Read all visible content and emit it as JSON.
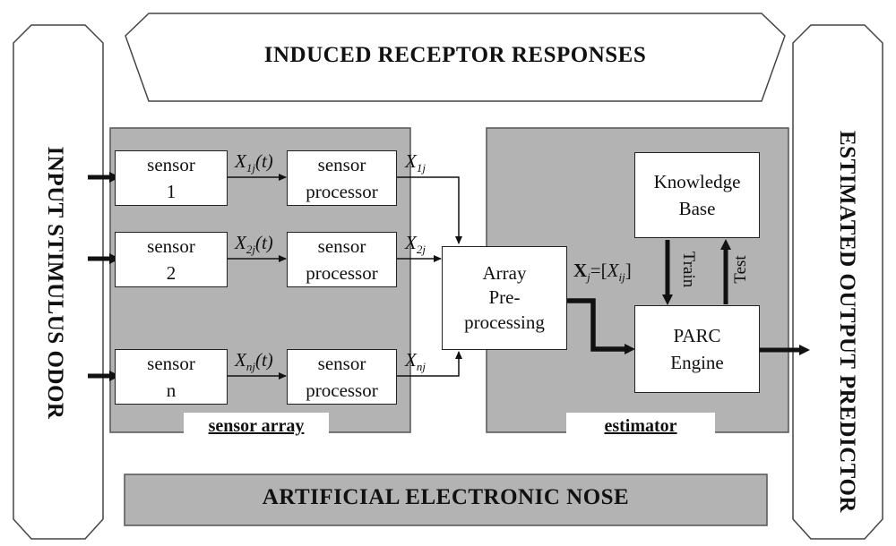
{
  "top_banner": "INDUCED RECEPTOR RESPONSES",
  "left_banner": "INPUT STIMULUS ODOR",
  "right_banner": "ESTIMATED OUTPUT PREDICTOR",
  "bottom_banner": "ARTIFICIAL ELECTRONIC NOSE",
  "sensor_array": {
    "title": "sensor array",
    "sensors": [
      {
        "line1": "sensor",
        "line2": "1",
        "signal_main": "X",
        "signal_sub": "1j",
        "signal_arg": "(t)",
        "out_main": "X",
        "out_sub": "1j"
      },
      {
        "line1": "sensor",
        "line2": "2",
        "signal_main": "X",
        "signal_sub": "2j",
        "signal_arg": "(t)",
        "out_main": "X",
        "out_sub": "2j"
      },
      {
        "line1": "sensor",
        "line2": "n",
        "signal_main": "X",
        "signal_sub": "nj",
        "signal_arg": "(t)",
        "out_main": "X",
        "out_sub": "nj"
      }
    ],
    "processor_line1": "sensor",
    "processor_line2": "processor"
  },
  "array_box": {
    "line1": "Array",
    "line2": "Pre-",
    "line3": "processing"
  },
  "vector_label": {
    "main": "X",
    "sub": "j",
    "rest": "=[",
    "inner": "X",
    "inner_sub": "ij",
    "close": "]"
  },
  "estimator": {
    "title": "estimator",
    "knowledge": {
      "line1": "Knowledge",
      "line2": "Base"
    },
    "parc": {
      "line1": "PARC",
      "line2": "Engine"
    },
    "train_label": "Train",
    "test_label": "Test"
  }
}
